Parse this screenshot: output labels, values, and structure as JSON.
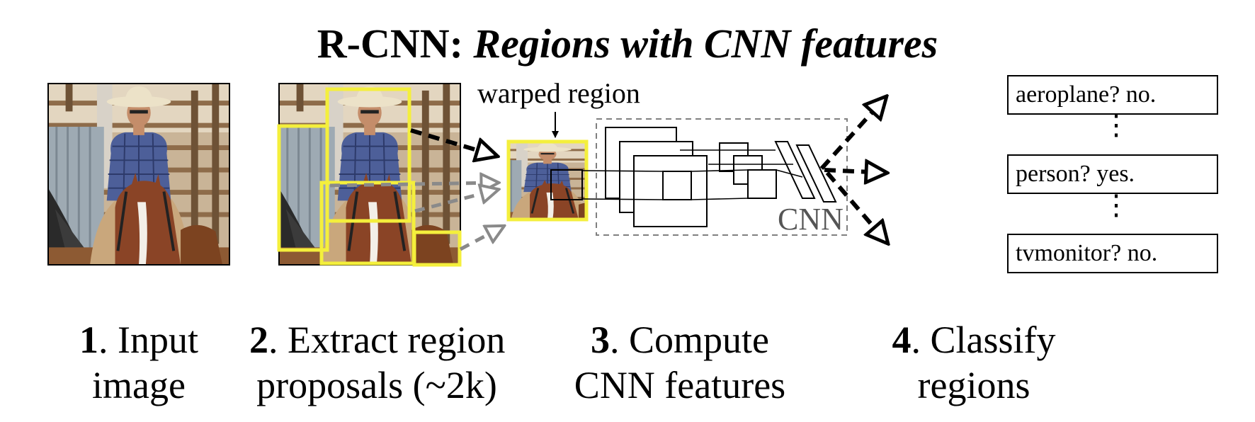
{
  "title": {
    "bold": "R-CNN: ",
    "italic": "Regions with CNN features"
  },
  "steps": [
    {
      "num": "1",
      "line1": ". Input",
      "line2": "image"
    },
    {
      "num": "2",
      "line1": ". Extract region",
      "line2": "proposals (~2k)"
    },
    {
      "num": "3",
      "line1": ". Compute",
      "line2": "CNN features"
    },
    {
      "num": "4",
      "line1": ". Classify",
      "line2": "regions"
    }
  ],
  "labels": {
    "warped": "warped region",
    "cnn": "CNN"
  },
  "classes": [
    "aeroplane? no.",
    "person? yes.",
    "tvmonitor? no."
  ],
  "colors": {
    "proposal": "#f4ef3c",
    "cnn_box": "#808080",
    "arrow_main": "#000000",
    "arrow_gray": "#8a8a8a"
  },
  "icons": {
    "vertical_ellipsis": "⋮"
  }
}
